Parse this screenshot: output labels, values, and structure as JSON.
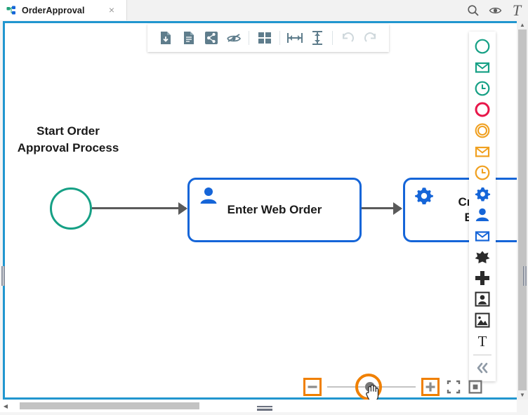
{
  "window": {
    "tab": {
      "title": "OrderApproval",
      "icon": "bpmn-diagram-icon",
      "close_label": "×"
    },
    "top_right_actions": [
      {
        "name": "search-icon",
        "label": "Search"
      },
      {
        "name": "eye-icon",
        "label": "View"
      },
      {
        "name": "text-format-icon",
        "label": "T"
      }
    ]
  },
  "toolbar": {
    "items": [
      {
        "name": "export-file-icon",
        "label": "Export",
        "enabled": true
      },
      {
        "name": "document-icon",
        "label": "Document",
        "enabled": true
      },
      {
        "name": "share-icon",
        "label": "Share",
        "enabled": true
      },
      {
        "name": "hide-icon",
        "label": "Hide",
        "enabled": true
      },
      {
        "name": "grid-layout-icon",
        "label": "Grid",
        "enabled": true
      },
      {
        "name": "align-horizontal-icon",
        "label": "Align Horizontal",
        "enabled": true
      },
      {
        "name": "align-vertical-icon",
        "label": "Align Vertical",
        "enabled": true
      },
      {
        "name": "undo-icon",
        "label": "Undo",
        "enabled": false
      },
      {
        "name": "redo-icon",
        "label": "Redo",
        "enabled": false
      }
    ]
  },
  "diagram": {
    "start_label": "Start Order\nApproval Process",
    "start_label_line1": "Start Order",
    "start_label_line2": "Approval Process",
    "nodes": [
      {
        "name": "start-event",
        "type": "start-event",
        "label": "",
        "color": "#16a085"
      },
      {
        "name": "task-enter-web-order",
        "type": "user-task",
        "label": "Enter Web Order",
        "icon": "user-icon",
        "color": "#1565d8"
      },
      {
        "name": "task-create-erp",
        "type": "service-task",
        "label_line1": "Create",
        "label_line2": "ERP",
        "icon": "gear-icon",
        "color": "#1565d8"
      }
    ],
    "connectors": [
      {
        "name": "flow-start-to-enter-web-order"
      },
      {
        "name": "flow-enter-web-order-to-create-erp"
      }
    ]
  },
  "palette": {
    "items": [
      {
        "name": "start-event-tool",
        "glyph": "circle",
        "color": "#16a085"
      },
      {
        "name": "start-message-event-tool",
        "glyph": "envelope",
        "color": "#16a085"
      },
      {
        "name": "start-timer-event-tool",
        "glyph": "clock",
        "color": "#16a085"
      },
      {
        "name": "end-event-tool",
        "glyph": "circle",
        "color": "#e8174a"
      },
      {
        "name": "intermediate-event-tool",
        "glyph": "double-circle",
        "color": "#f0a020"
      },
      {
        "name": "intermediate-message-event-tool",
        "glyph": "envelope",
        "color": "#f0a020"
      },
      {
        "name": "intermediate-timer-event-tool",
        "glyph": "clock",
        "color": "#f0a020"
      },
      {
        "name": "service-task-tool",
        "glyph": "gear",
        "color": "#1565d8"
      },
      {
        "name": "user-task-tool",
        "glyph": "user",
        "color": "#1565d8"
      },
      {
        "name": "send-task-tool",
        "glyph": "envelope-solid",
        "color": "#1565d8"
      },
      {
        "name": "complex-gateway-tool",
        "glyph": "cross-x",
        "color": "#2b2b2b"
      },
      {
        "name": "parallel-gateway-tool",
        "glyph": "plus",
        "color": "#2b2b2b"
      },
      {
        "name": "participant-tool",
        "glyph": "participant",
        "color": "#2b2b2b"
      },
      {
        "name": "image-tool",
        "glyph": "image",
        "color": "#2b2b2b"
      },
      {
        "name": "text-annotation-tool",
        "glyph": "text-T",
        "color": "#2b2b2b"
      }
    ],
    "collapse": {
      "name": "collapse-palette-button",
      "glyph": "«"
    }
  },
  "zoom_controls": {
    "zoom_out": {
      "name": "zoom-out-button",
      "label": "−",
      "highlight_color": "#f08000"
    },
    "zoom_in": {
      "name": "zoom-in-button",
      "label": "+",
      "highlight_color": "#f08000"
    },
    "slider": {
      "name": "zoom-slider",
      "value_pct": 43
    },
    "fit_screen": {
      "name": "fit-to-screen-button"
    },
    "actual_size": {
      "name": "actual-size-button"
    }
  },
  "scrollbars": {
    "vertical": {
      "name": "vertical-scrollbar",
      "up": "▲",
      "down": "▼"
    },
    "horizontal": {
      "name": "horizontal-scrollbar",
      "left": "◀",
      "right": "▶"
    }
  },
  "colors": {
    "canvas_border": "#2196cf",
    "task_border": "#1565d8",
    "start_event": "#16a085",
    "accent_orange": "#f08000",
    "connector": "#5a5a5a"
  }
}
